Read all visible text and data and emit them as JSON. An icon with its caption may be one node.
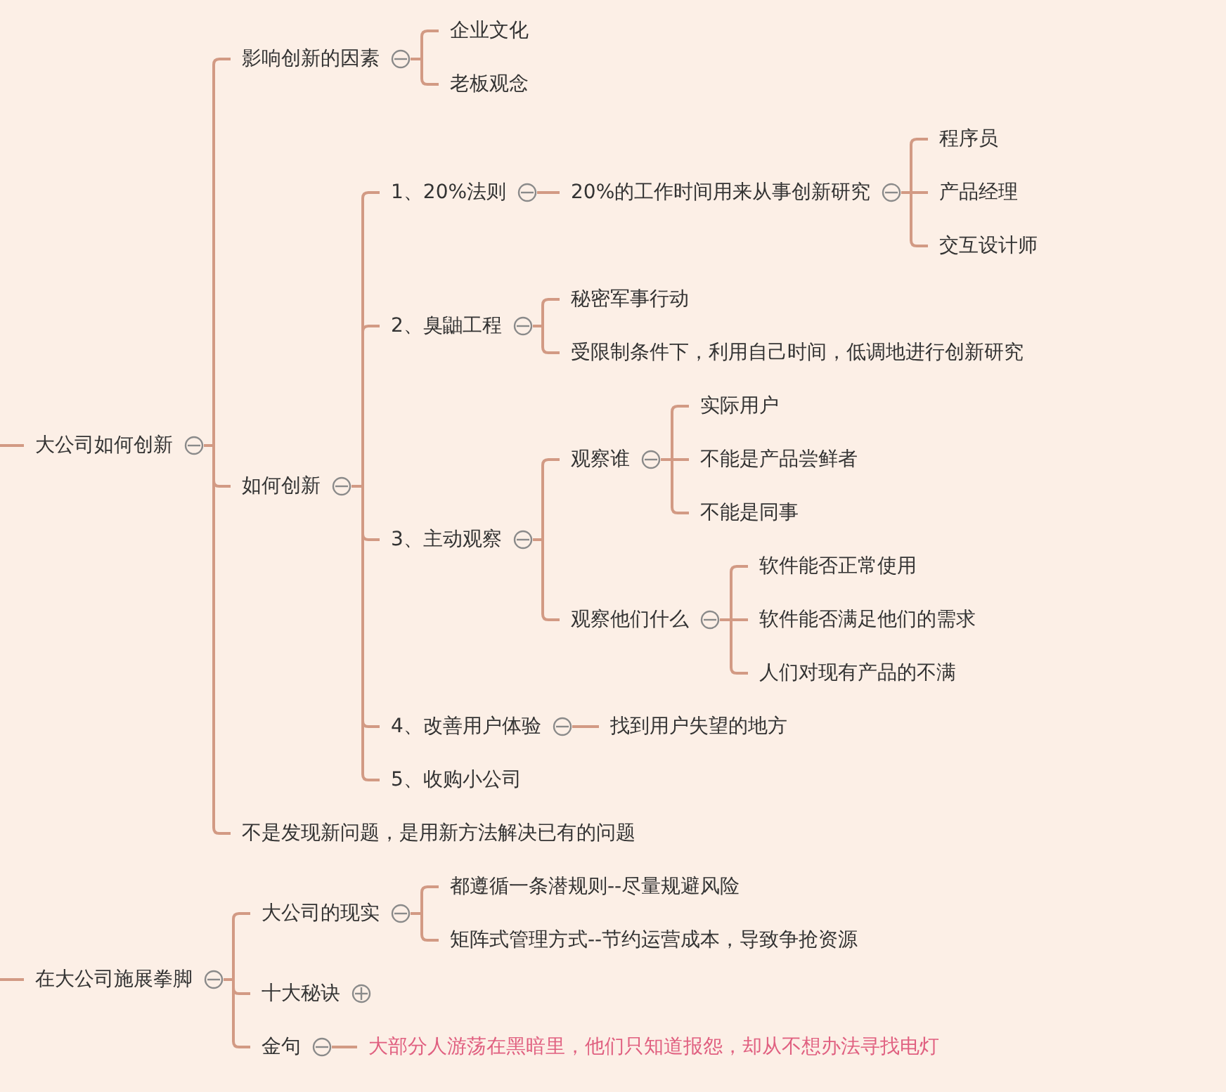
{
  "diagram": {
    "nodes": [
      {
        "text": [
          "大公司如何创新"
        ]
      },
      {
        "text": [
          "影响创新的因素"
        ]
      },
      {
        "text": [
          "企业文化"
        ]
      },
      {
        "text": [
          "老板观念"
        ]
      },
      {
        "text": [
          "如何创新"
        ]
      },
      {
        "text": [
          "1、20%法则"
        ]
      },
      {
        "text": [
          "20%的工作时间用来从事创新研究"
        ]
      },
      {
        "text": [
          "程序员"
        ]
      },
      {
        "text": [
          "产品经理"
        ]
      },
      {
        "text": [
          "交互设计师"
        ]
      },
      {
        "text": [
          "2、臭鼬工程"
        ]
      },
      {
        "text": [
          "秘密军事行动"
        ]
      },
      {
        "text": [
          "受限制条件下，利用自己时间，低调地进行创新研究"
        ]
      },
      {
        "text": [
          "3、主动观察"
        ]
      },
      {
        "text": [
          "观察谁"
        ]
      },
      {
        "text": [
          "实际用户"
        ]
      },
      {
        "text": [
          "不能是产品尝鲜者"
        ]
      },
      {
        "text": [
          "不能是同事"
        ]
      },
      {
        "text": [
          "观察他们什么"
        ]
      },
      {
        "text": [
          "软件能否正常使用"
        ]
      },
      {
        "text": [
          "软件能否满足他们的需求"
        ]
      },
      {
        "text": [
          "人们对现有产品的不满"
        ]
      },
      {
        "text": [
          "4、改善用户体验"
        ]
      },
      {
        "text": [
          "找到用户失望的地方"
        ]
      },
      {
        "text": [
          "5、收购小公司"
        ]
      },
      {
        "text": [
          "不是发现新问题，是用新方法解决已有的问题"
        ]
      },
      {
        "text": [
          "在大公司施展拳脚"
        ]
      },
      {
        "text": [
          "大公司的现实"
        ]
      },
      {
        "text": [
          "都遵循一条潜规则--尽量规避风险"
        ]
      },
      {
        "text": [
          "矩阵式管理方式--节约运营成本，导致争抢资源"
        ]
      },
      {
        "text": [
          "十大秘诀"
        ]
      },
      {
        "text": [
          "金句"
        ]
      },
      {
        "text": [
          "大部分人游荡在黑暗里，他们只知道报怨，却从不想办法寻找电灯"
        ]
      }
    ],
    "edges": [
      {
        "from": null,
        "to": 0,
        "arrow": "none"
      },
      {
        "from": 0,
        "to": 1,
        "arrow": "none"
      },
      {
        "from": 1,
        "to": 2,
        "arrow": "none"
      },
      {
        "from": 1,
        "to": 3,
        "arrow": "none"
      },
      {
        "from": 0,
        "to": 4,
        "arrow": "none"
      },
      {
        "from": 4,
        "to": 5,
        "arrow": "none"
      },
      {
        "from": 5,
        "to": 6,
        "arrow": "none"
      },
      {
        "from": 6,
        "to": 7,
        "arrow": "none"
      },
      {
        "from": 6,
        "to": 8,
        "arrow": "none"
      },
      {
        "from": 6,
        "to": 9,
        "arrow": "none"
      },
      {
        "from": 4,
        "to": 10,
        "arrow": "none"
      },
      {
        "from": 10,
        "to": 11,
        "arrow": "none"
      },
      {
        "from": 10,
        "to": 12,
        "arrow": "none"
      },
      {
        "from": 4,
        "to": 13,
        "arrow": "none"
      },
      {
        "from": 13,
        "to": 14,
        "arrow": "none"
      },
      {
        "from": 14,
        "to": 15,
        "arrow": "none"
      },
      {
        "from": 14,
        "to": 16,
        "arrow": "none"
      },
      {
        "from": 14,
        "to": 17,
        "arrow": "none"
      },
      {
        "from": 13,
        "to": 18,
        "arrow": "none"
      },
      {
        "from": 18,
        "to": 19,
        "arrow": "none"
      },
      {
        "from": 18,
        "to": 20,
        "arrow": "none"
      },
      {
        "from": 18,
        "to": 21,
        "arrow": "none"
      },
      {
        "from": 4,
        "to": 22,
        "arrow": "none"
      },
      {
        "from": 22,
        "to": 23,
        "arrow": "none"
      },
      {
        "from": 4,
        "to": 24,
        "arrow": "none"
      },
      {
        "from": 0,
        "to": 25,
        "arrow": "none"
      },
      {
        "from": null,
        "to": 26,
        "arrow": "none"
      },
      {
        "from": 26,
        "to": 27,
        "arrow": "none"
      },
      {
        "from": 27,
        "to": 28,
        "arrow": "none"
      },
      {
        "from": 27,
        "to": 29,
        "arrow": "none"
      },
      {
        "from": 26,
        "to": 30,
        "arrow": "none"
      },
      {
        "from": 26,
        "to": 31,
        "arrow": "none"
      },
      {
        "from": 31,
        "to": 32,
        "arrow": "none"
      }
    ]
  }
}
